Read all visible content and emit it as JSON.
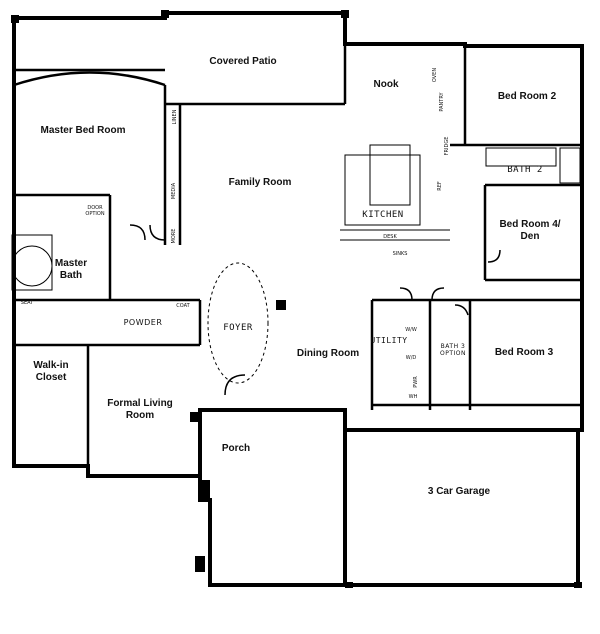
{
  "rooms": {
    "covered_patio": "Covered Patio",
    "nook": "Nook",
    "bed_room_2": "Bed Room 2",
    "master_bed_room": "Master Bed Room",
    "family_room": "Family Room",
    "bath_2": "BATH 2",
    "kitchen": "KITCHEN",
    "bed_room_4_den": "Bed Room 4/\nDen",
    "master_bath": "Master\nBath",
    "foyer": "FOYER",
    "powder": "POWDER",
    "dining_room": "Dining Room",
    "utility": "UTILITY",
    "bed_room_3": "Bed Room 3",
    "bath_3_option": "BATH 3\nOPTION",
    "walk_in_closet": "Walk-in\nCloset",
    "formal_living_room": "Formal Living\nRoom",
    "porch": "Porch",
    "garage": "3 Car Garage"
  },
  "fixtures": {
    "pantry": "PANTRY",
    "linen": "LINEN",
    "media": "MEDIA",
    "more": "MORE",
    "coat": "COAT",
    "seat": "SEAT",
    "door_option": "DOOR\nOPTION",
    "fridge": "FRIDGE",
    "desk": "DESK",
    "sinks": "SINKS",
    "ref": "REF",
    "oven": "OVEN",
    "ww": "W/W",
    "wd": "W/D",
    "wh": "WH",
    "pwr": "PWR"
  }
}
